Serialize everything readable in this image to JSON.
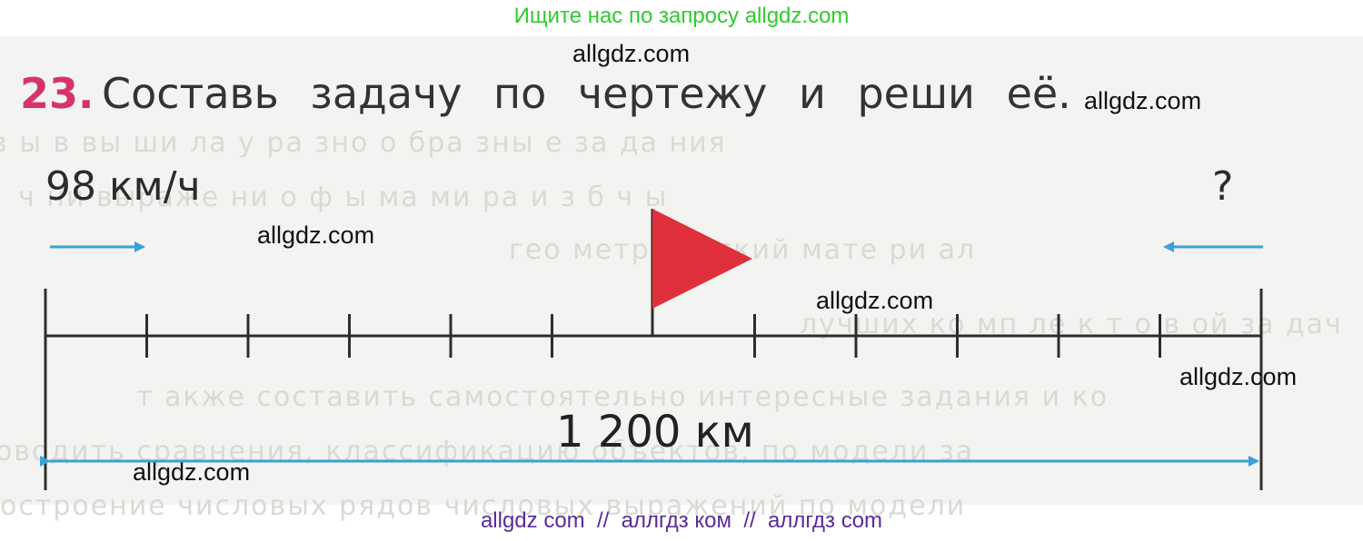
{
  "banner": {
    "top_text": "Ищите нас по запросу allgdz.com",
    "bottom_text": "allgdz com  //  аллгдз ком  //  аллгдз com"
  },
  "watermark": "allgdz.com",
  "task": {
    "number": "23.",
    "text": "Составь задачу по чертежу и реши её."
  },
  "diagram": {
    "speed_label": "98 км/ч",
    "unknown_label": "?",
    "distance_label": "1 200 км",
    "tick_count": 12,
    "flag_tick_index": 6,
    "colors": {
      "line": "#2d2d2d",
      "arrow": "#3aa0d8",
      "flag": "#e0303c"
    }
  }
}
